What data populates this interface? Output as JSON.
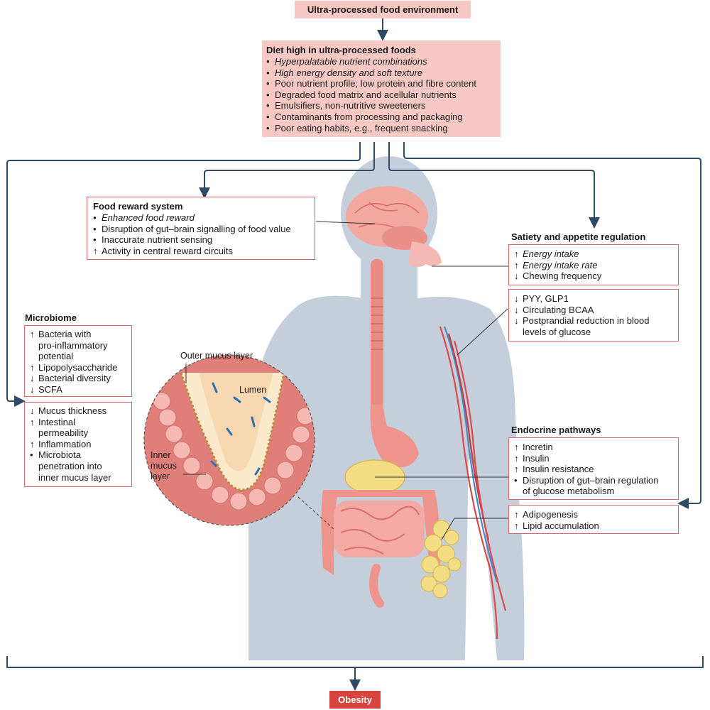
{
  "environment_label": "Ultra-processed food environment",
  "diet": {
    "title": "Diet high in ultra-processed foods",
    "items": [
      "Hyperpalatable nutrient combinations",
      "High energy density and soft texture",
      "Poor nutrient profile; low protein and fibre content",
      "Degraded food matrix and acellular nutrients",
      "Emulsifiers, non-nutritive sweeteners",
      "Contaminants from processing and packaging",
      "Poor eating habits, e.g., frequent snacking"
    ]
  },
  "food_reward": {
    "title": "Food reward system",
    "items": [
      {
        "sym": "•",
        "text": "Enhanced food reward"
      },
      {
        "sym": "•",
        "text": "Disruption of gut–brain signalling of food value"
      },
      {
        "sym": "•",
        "text": "Inaccurate nutrient sensing"
      },
      {
        "sym": "↑",
        "text": "Activity in central reward circuits"
      }
    ]
  },
  "satiety": {
    "title": "Satiety and appetite regulation",
    "box1": [
      {
        "sym": "↑",
        "text": "Energy intake"
      },
      {
        "sym": "↑",
        "text": "Energy intake rate"
      },
      {
        "sym": "↓",
        "text": "Chewing frequency"
      }
    ],
    "box2": [
      {
        "sym": "↓",
        "text": "PYY, GLP1"
      },
      {
        "sym": "↓",
        "text": "Circulating BCAA"
      },
      {
        "sym": "↓",
        "text": "Postprandial reduction in blood"
      },
      {
        "sym": "",
        "text": "levels of glucose"
      }
    ]
  },
  "microbiome": {
    "title": "Microbiome",
    "box1": [
      {
        "sym": "↑",
        "text": "Bacteria with"
      },
      {
        "sym": "",
        "text": "pro-inflammatory"
      },
      {
        "sym": "",
        "text": "potential"
      },
      {
        "sym": "↑",
        "text": "Lipopolysaccharide"
      },
      {
        "sym": "↓",
        "text": "Bacterial diversity"
      },
      {
        "sym": "↓",
        "text": "SCFA"
      }
    ],
    "box2": [
      {
        "sym": "↓",
        "text": "Mucus thickness"
      },
      {
        "sym": "↑",
        "text": "Intestinal"
      },
      {
        "sym": "",
        "text": "permeability"
      },
      {
        "sym": "↑",
        "text": "Inflammation"
      },
      {
        "sym": "•",
        "text": "Microbiota"
      },
      {
        "sym": "",
        "text": "penetration into"
      },
      {
        "sym": "",
        "text": "inner mucus layer"
      }
    ]
  },
  "endocrine": {
    "title": "Endocrine pathways",
    "box1": [
      {
        "sym": "↑",
        "text": "Incretin"
      },
      {
        "sym": "↑",
        "text": "Insulin"
      },
      {
        "sym": "↑",
        "text": "Insulin resistance"
      },
      {
        "sym": "•",
        "text": "Disruption of gut–brain regulation"
      },
      {
        "sym": "",
        "text": "of glucose metabolism"
      }
    ],
    "box2": [
      {
        "sym": "↑",
        "text": "Adipogenesis"
      },
      {
        "sym": "↑",
        "text": "Lipid accumulation"
      }
    ]
  },
  "inset_labels": {
    "outer_mucus": "Outer mucus layer",
    "lumen": "Lumen",
    "inner_mucus_1": "Inner",
    "inner_mucus_2": "mucus",
    "inner_mucus_3": "layer"
  },
  "outcome_label": "Obesity",
  "colors": {
    "pink_fill": "#f8c9c4",
    "box_border": "#e0646a",
    "arrow": "#2e4a66",
    "body": "#c5cedb",
    "outcome": "#d8453f"
  }
}
